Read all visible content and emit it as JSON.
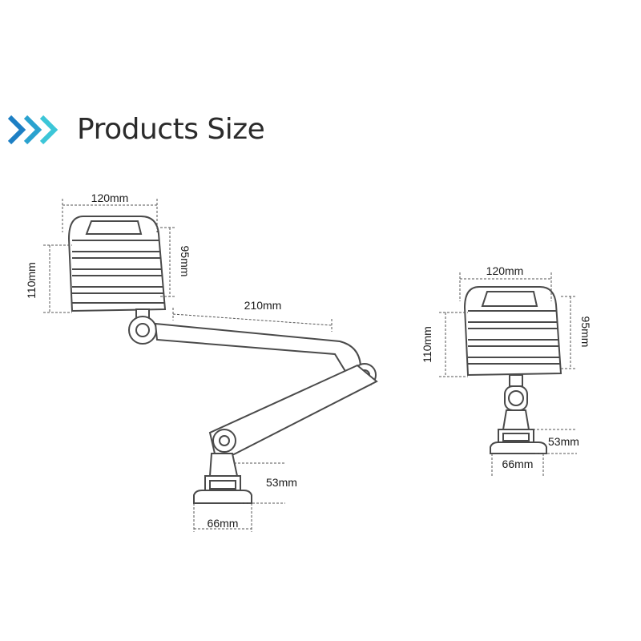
{
  "header": {
    "title": "Products Size",
    "icon": "double-chevron-icon",
    "accent_colors": [
      "#1d7fc4",
      "#3cc6d8"
    ]
  },
  "lamp_arm": {
    "head_width": "120mm",
    "head_height": "110mm",
    "head_front_height": "95mm",
    "arm_length": "210mm",
    "base_height": "53mm",
    "base_width": "66mm"
  },
  "lamp_short": {
    "head_width": "120mm",
    "head_height": "110mm",
    "head_front_height": "95mm",
    "base_height": "53mm",
    "base_width": "66mm"
  }
}
